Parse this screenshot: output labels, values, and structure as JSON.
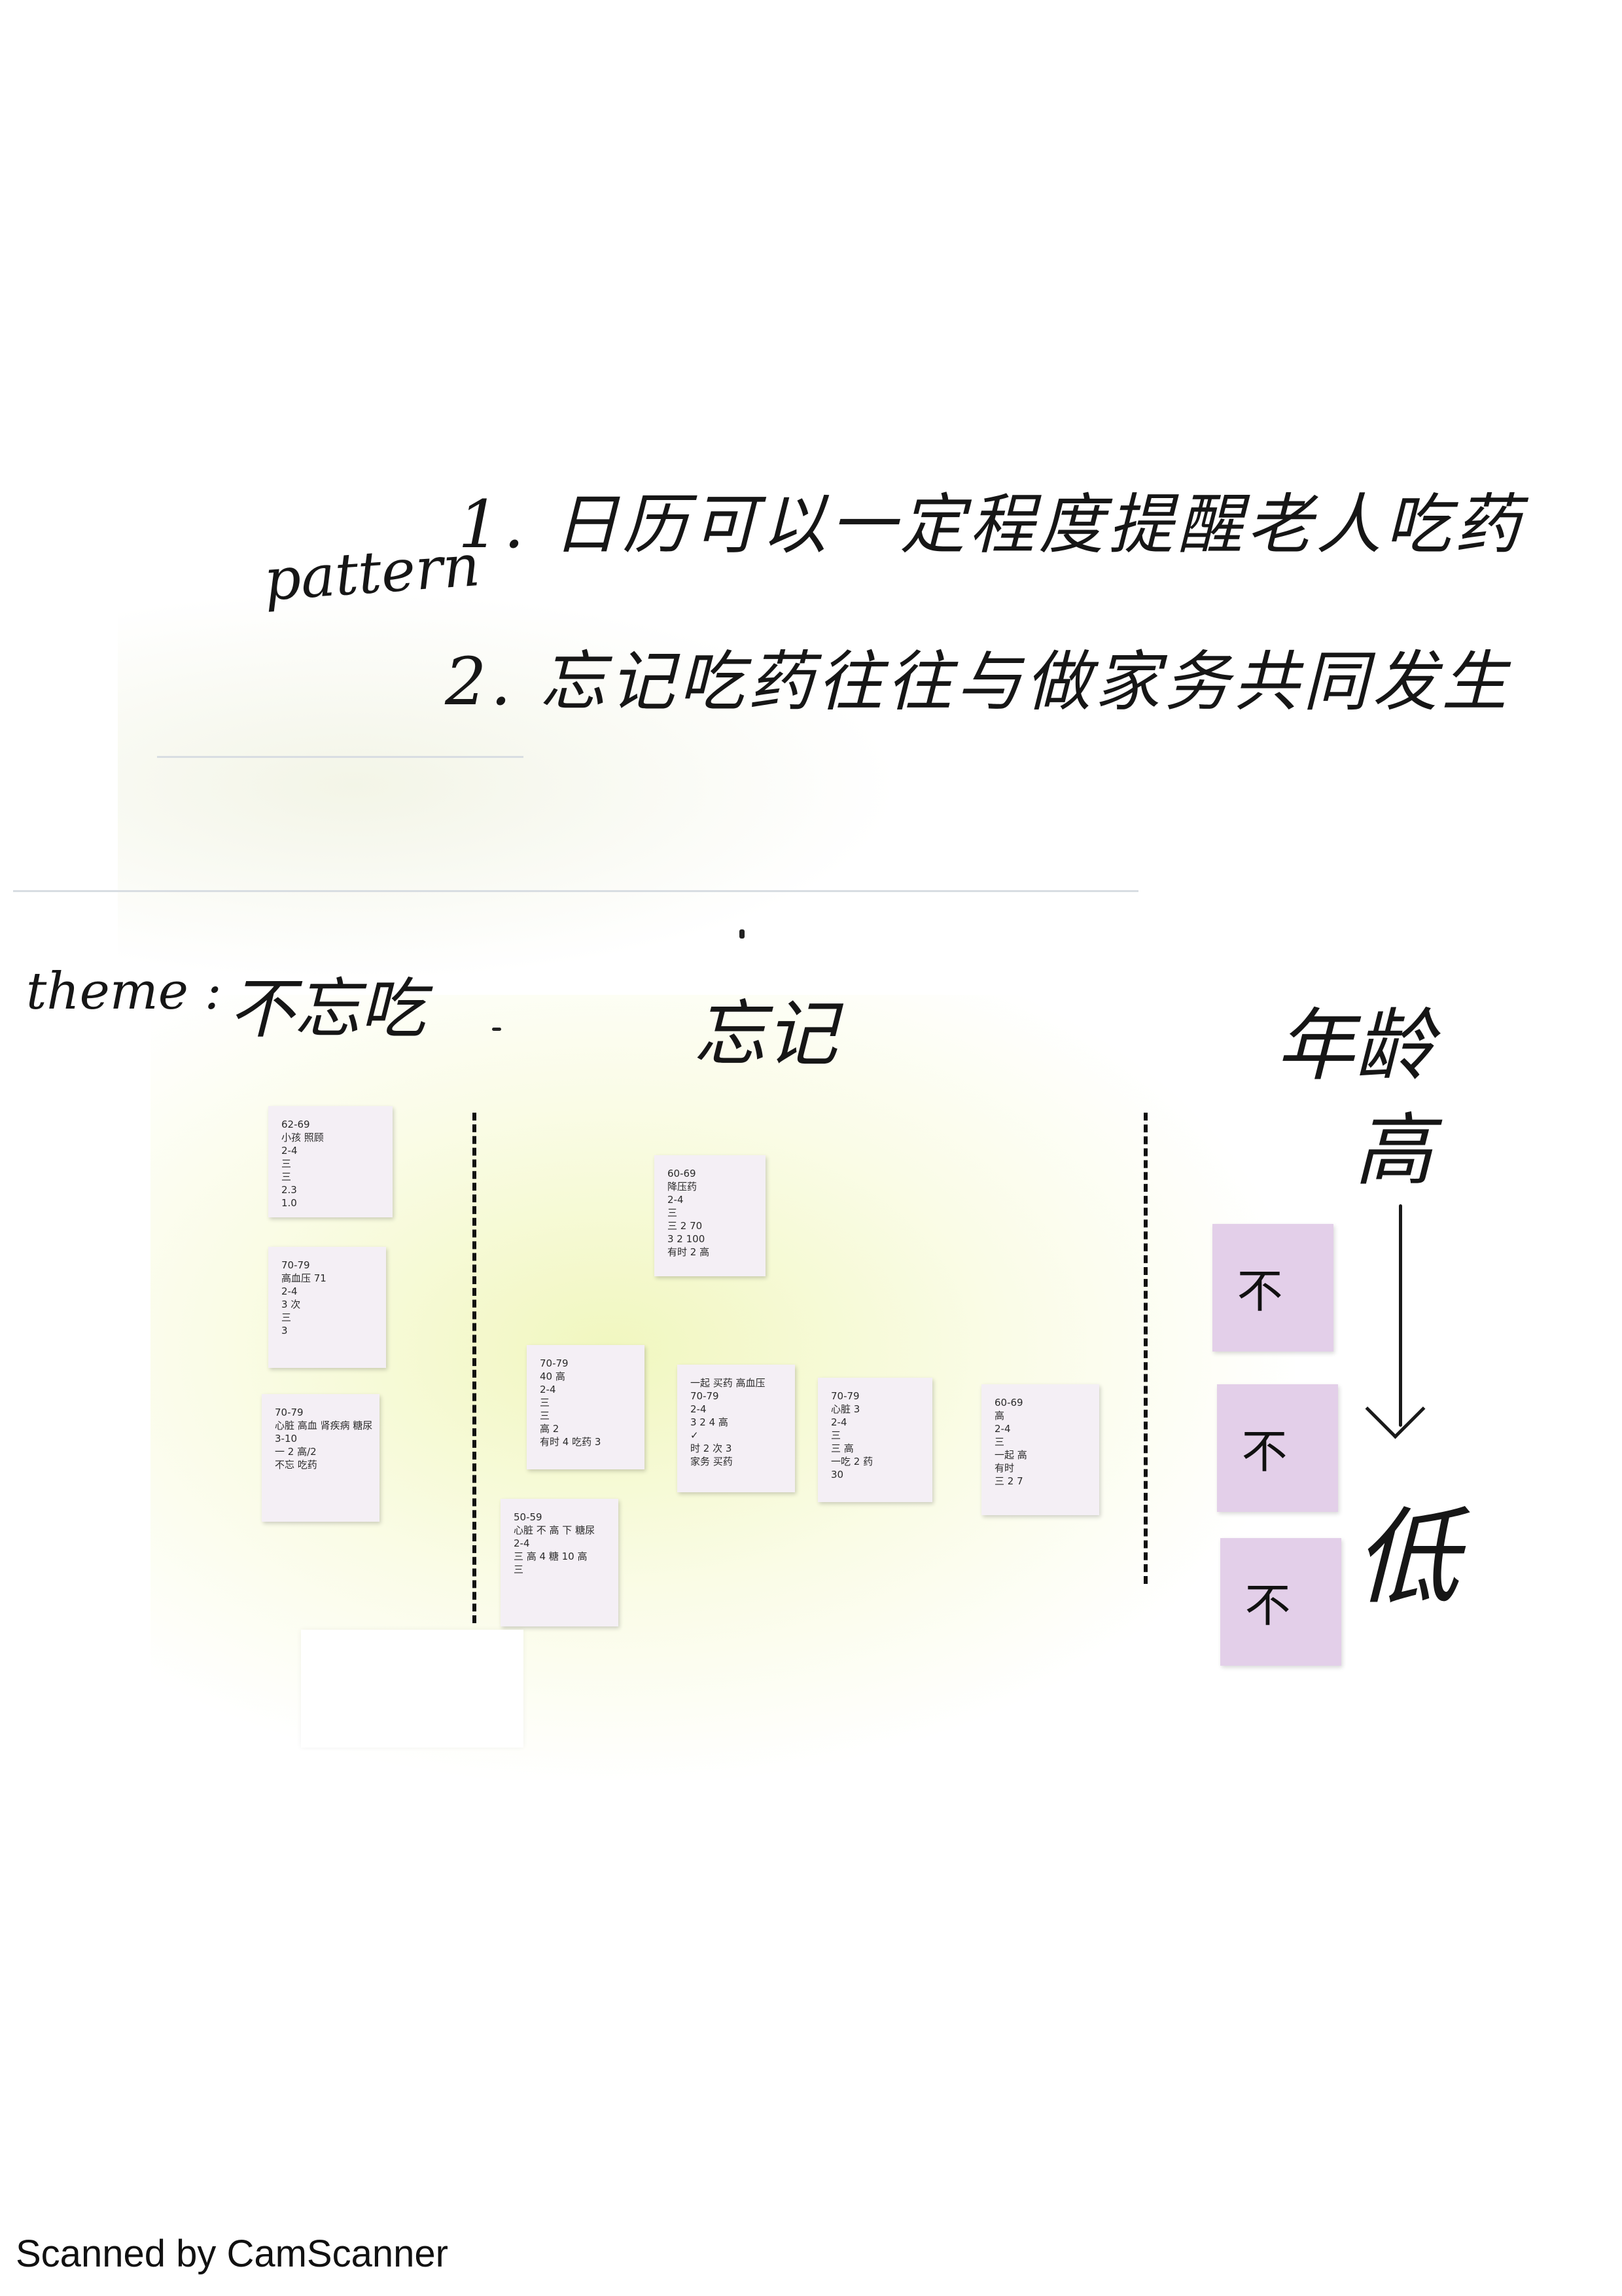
{
  "whiteboard": {
    "pattern_label": "pattern",
    "pattern_lines": [
      "1. 日历可以一定程度提醒老人吃药",
      "2. 忘记吃药往往与做家务共同发生"
    ],
    "theme_label": "theme :",
    "theme_columns": [
      "不忘吃",
      "忘记"
    ],
    "age_axis": {
      "title": "年龄",
      "high": "高",
      "low": "低"
    },
    "purple_notes": [
      "不",
      "不",
      "不"
    ]
  },
  "sticky_notes": {
    "col1": [
      [
        "62-69",
        "小孩 照顾",
        "2-4",
        "三",
        "三",
        "2.3",
        "1.0"
      ],
      [
        "70-79",
        "高血压 71",
        "2-4",
        "3 次",
        "三",
        "3"
      ],
      [
        "70-79",
        "心脏 高血 肾疾病 糖尿",
        "3-10",
        "一 2 高/2",
        "不忘 吃药"
      ]
    ],
    "col2": [
      [
        "60-69",
        "降压药",
        "2-4",
        "三",
        "三 2 70",
        "3 2 100",
        "有时 2 高"
      ],
      [
        "70-79",
        "40 高",
        "2-4",
        "三",
        "三",
        "高 2",
        "有时 4 吃药 3"
      ],
      [
        "一起 买药 高血压",
        "70-79",
        "2-4",
        "3 2 4 高",
        "✓",
        "时 2 次 3",
        "家务 买药"
      ],
      [
        "70-79",
        "心脏 3",
        "2-4",
        "三",
        "三 高",
        "一吃 2 药",
        "30"
      ],
      [
        "60-69",
        "高",
        "2-4",
        "三",
        "一起 高",
        "有时",
        "三 2 7"
      ],
      [
        "50-59",
        "心脏 不 高 下 糖尿",
        "2-4",
        "三 高 4 糖 10 高",
        "三"
      ]
    ]
  },
  "scanner": {
    "label": "Scanned by CamScanner"
  }
}
